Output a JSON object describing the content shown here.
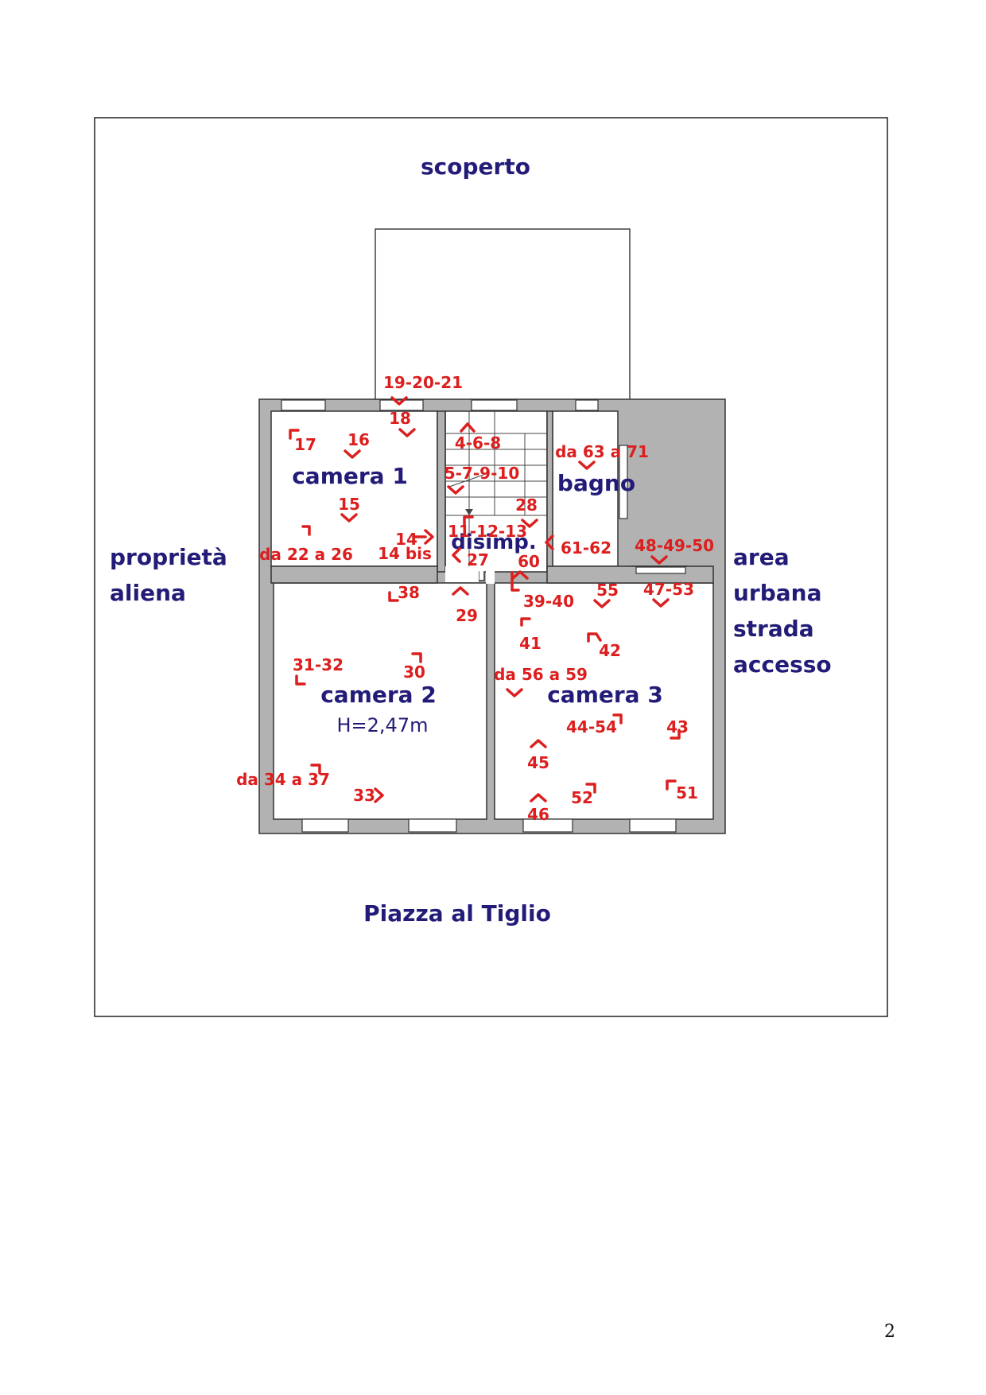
{
  "labels": {
    "scoperto": "scoperto",
    "proprieta": "proprietà",
    "aliena": "aliena",
    "area": "area",
    "urbana": "urbana",
    "strada": "strada",
    "accesso": "accesso",
    "piazza": "Piazza al Tiglio",
    "camera1": "camera 1",
    "camera2": "camera 2",
    "camera2_height": "H=2,47m",
    "camera3": "camera 3",
    "bagno": "bagno",
    "disimp": "disimp."
  },
  "markers": {
    "m19_20_21": "19-20-21",
    "m18": "18",
    "m17": "17",
    "m16": "16",
    "m15": "15",
    "m4_6_8": "4-6-8",
    "m5_7_9_10": "5-7-9-10",
    "m28": "28",
    "m11_12_13": "11-12-13",
    "m14": "14",
    "m14bis": "14 bis",
    "m22_26": "da 22 a 26",
    "m27": "27",
    "m60": "60",
    "m61_62": "61-62",
    "m63_71": "da 63 a 71",
    "m48_49_50": "48-49-50",
    "m47_53": "47-53",
    "m55": "55",
    "m39_40": "39-40",
    "m38": "38",
    "m29": "29",
    "m41": "41",
    "m42": "42",
    "m31_32": "31-32",
    "m30": "30",
    "m56_59": "da 56 a 59",
    "m44_54": "44-54",
    "m43": "43",
    "m45": "45",
    "m34_37": "da 34 a 37",
    "m33": "33",
    "m52": "52",
    "m51": "51",
    "m46": "46"
  },
  "page_number": "2",
  "colors": {
    "label_blue": "#221c78",
    "marker_red": "#dc1e1e",
    "wall_gray": "#b2b2b2"
  }
}
